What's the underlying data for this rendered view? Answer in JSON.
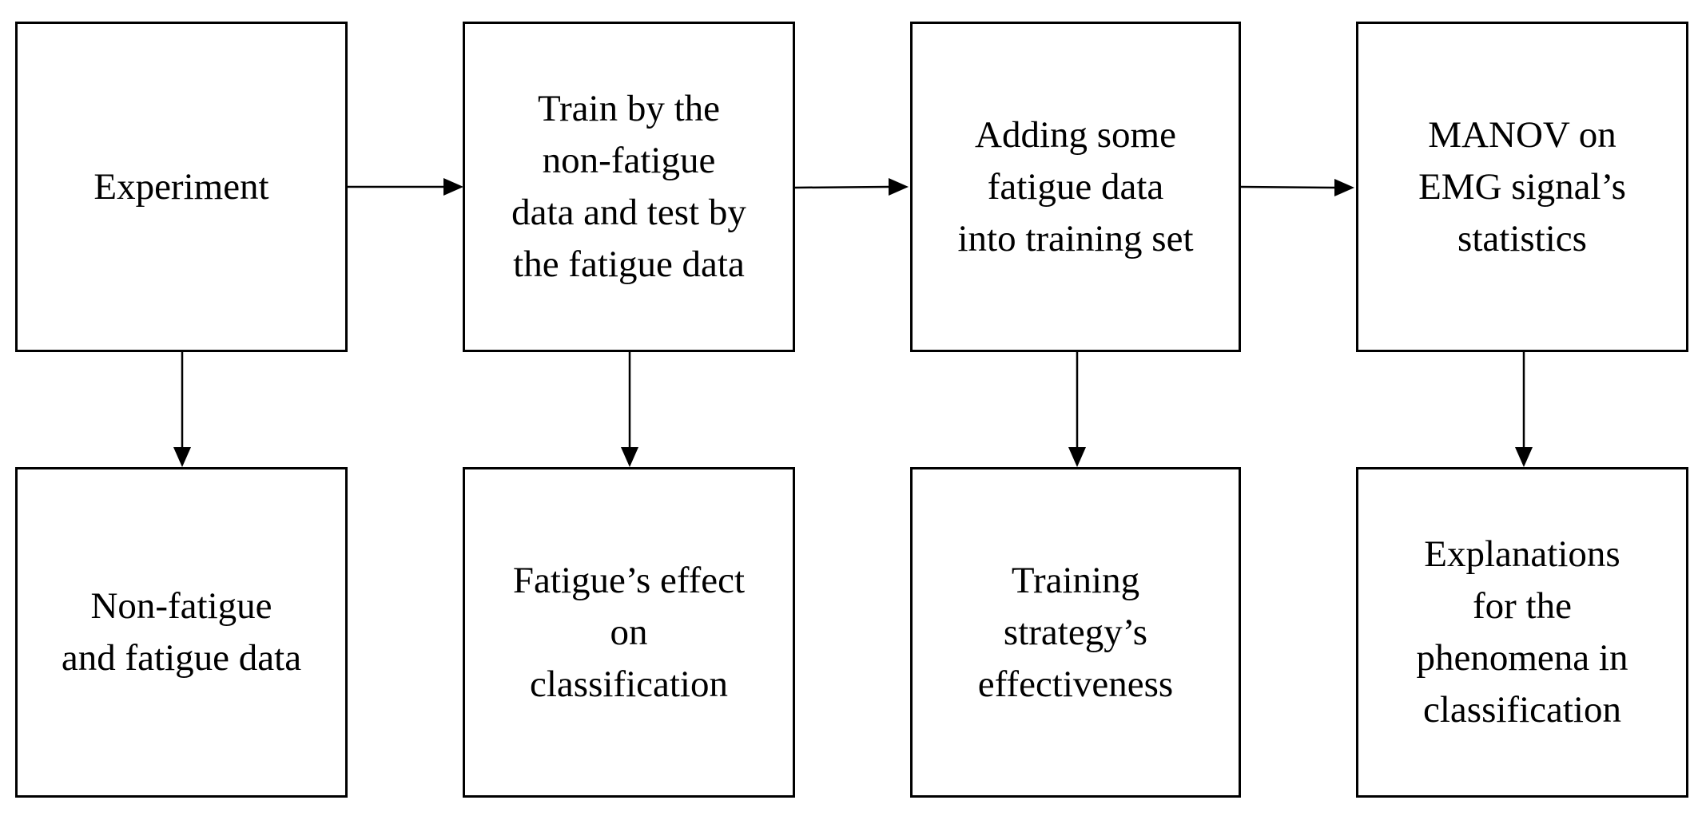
{
  "diagram": {
    "top_row": [
      {
        "id": "experiment",
        "text": "Experiment"
      },
      {
        "id": "train-test",
        "text": "Train by the\nnon-fatigue\ndata and test by\nthe fatigue data"
      },
      {
        "id": "adding-fatigue",
        "text": "Adding some\nfatigue data\ninto training set"
      },
      {
        "id": "manov",
        "text": "MANOV on\nEMG signal’s\nstatistics"
      }
    ],
    "bottom_row": [
      {
        "id": "data-result",
        "text": "Non-fatigue\nand fatigue data"
      },
      {
        "id": "effect-result",
        "text": "Fatigue’s effect\non\nclassification"
      },
      {
        "id": "strategy-result",
        "text": "Training\nstrategy’s\neffectiveness"
      },
      {
        "id": "explanation-result",
        "text": "Explanations\nfor the\nphenomena in\nclassification"
      }
    ],
    "colors": {
      "line": "#000000",
      "box_fill": "#ffffff",
      "text": "#000000"
    }
  }
}
